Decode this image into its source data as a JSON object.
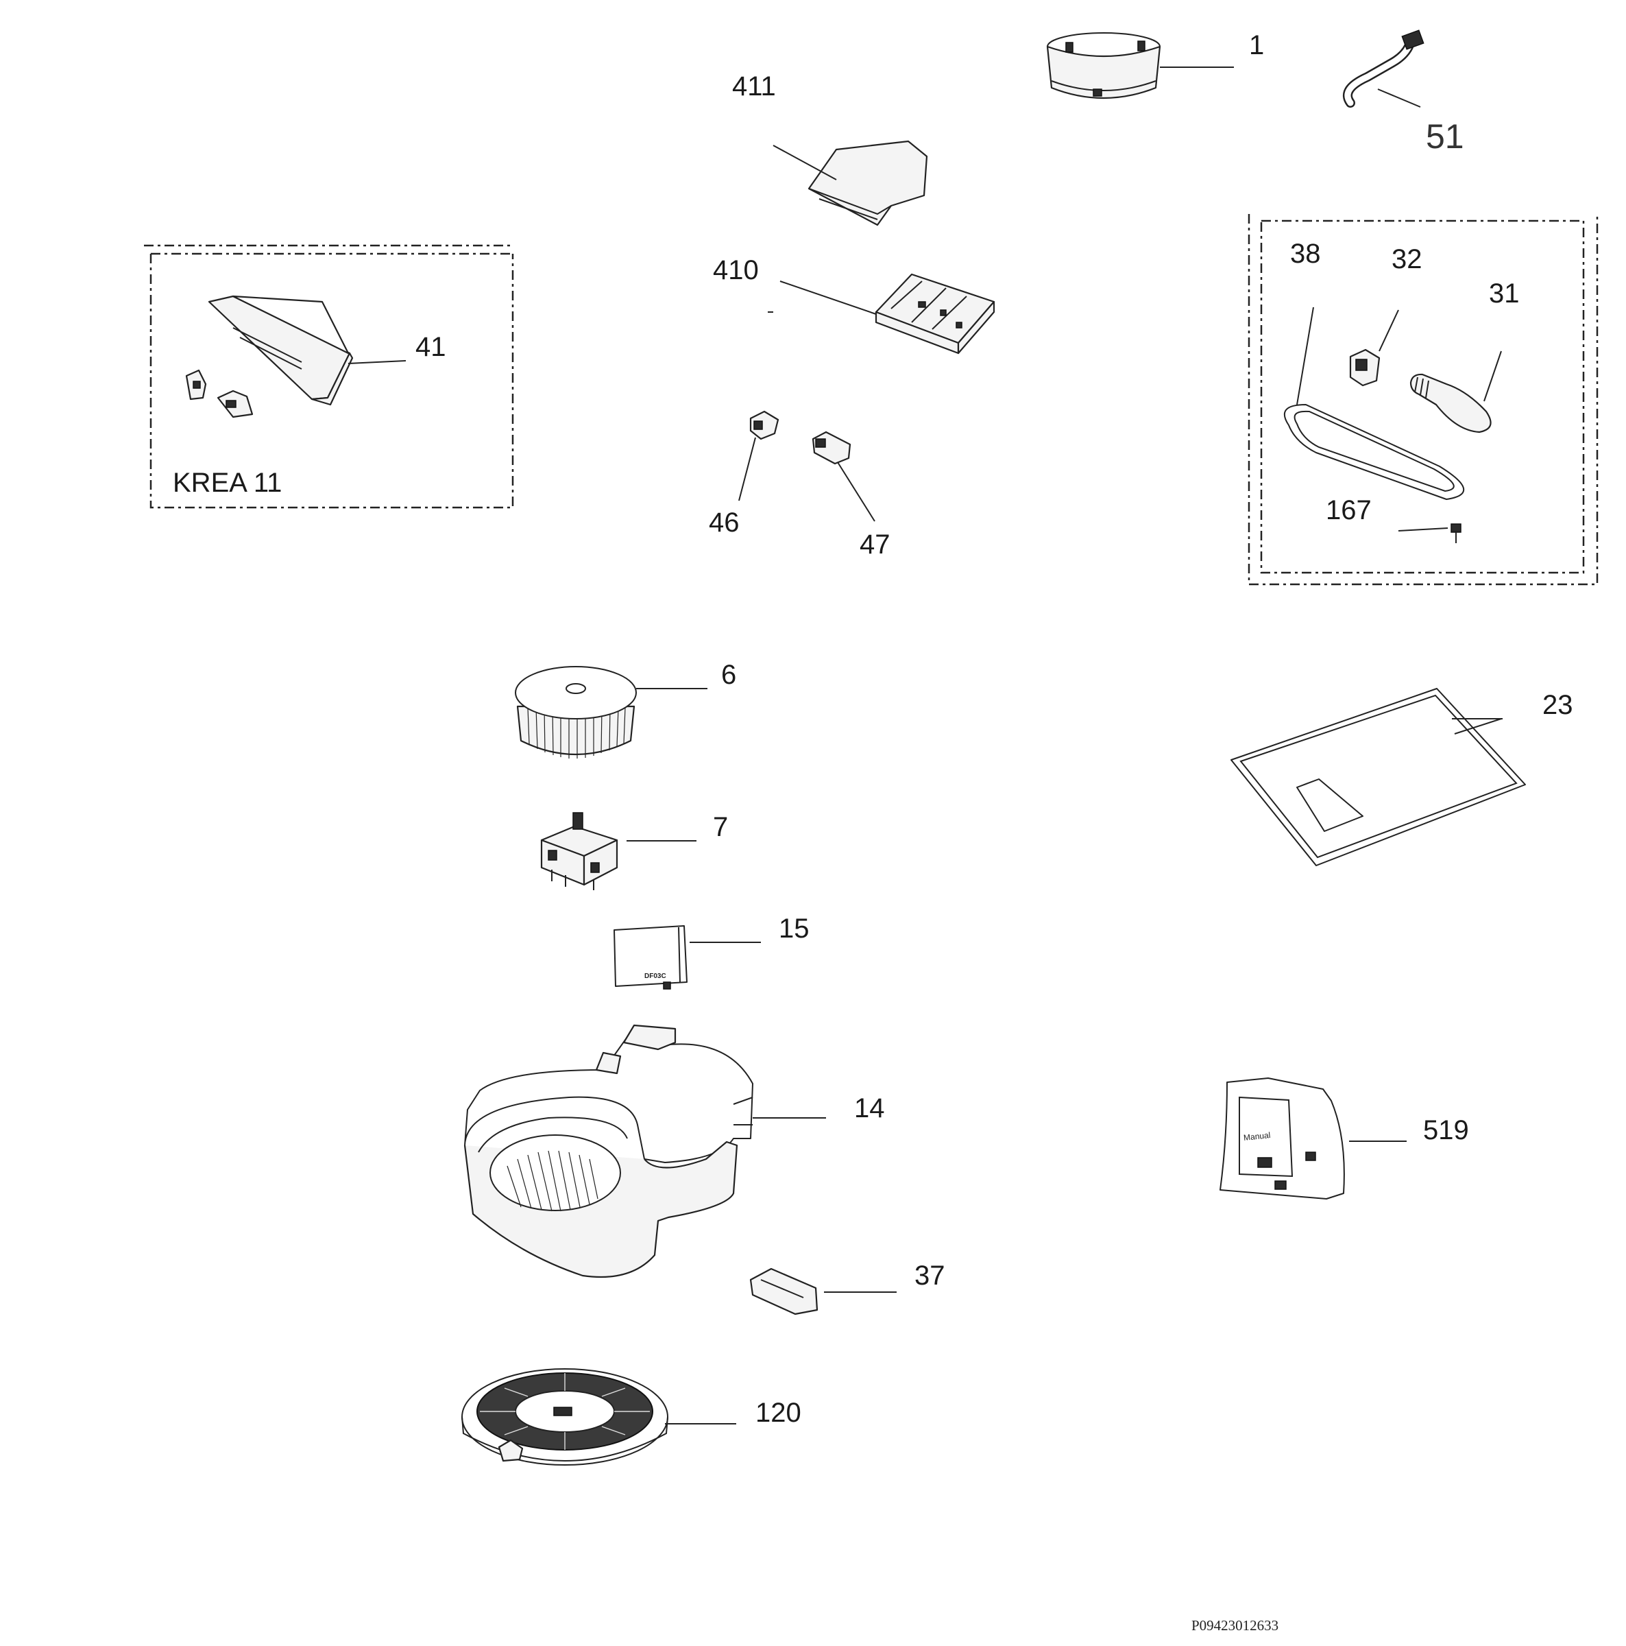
{
  "diagram": {
    "parts": [
      {
        "id": "p1",
        "label": "1"
      },
      {
        "id": "p51",
        "label": "51"
      },
      {
        "id": "p411",
        "label": "411"
      },
      {
        "id": "p410",
        "label": "410"
      },
      {
        "id": "p41",
        "label": "41"
      },
      {
        "id": "p46",
        "label": "46"
      },
      {
        "id": "p47",
        "label": "47"
      },
      {
        "id": "p38",
        "label": "38"
      },
      {
        "id": "p32",
        "label": "32"
      },
      {
        "id": "p31",
        "label": "31"
      },
      {
        "id": "p167",
        "label": "167"
      },
      {
        "id": "p6",
        "label": "6"
      },
      {
        "id": "p23",
        "label": "23"
      },
      {
        "id": "p7",
        "label": "7"
      },
      {
        "id": "p15",
        "label": "15"
      },
      {
        "id": "p14",
        "label": "14"
      },
      {
        "id": "p519",
        "label": "519"
      },
      {
        "id": "p37",
        "label": "37"
      },
      {
        "id": "p120",
        "label": "120"
      }
    ],
    "groups": {
      "control_kit": {
        "label": "KREA 11"
      }
    },
    "part_markings": {
      "bag_label": "Manual",
      "module_label": "DF03C"
    },
    "document_number": "P09423012633"
  }
}
